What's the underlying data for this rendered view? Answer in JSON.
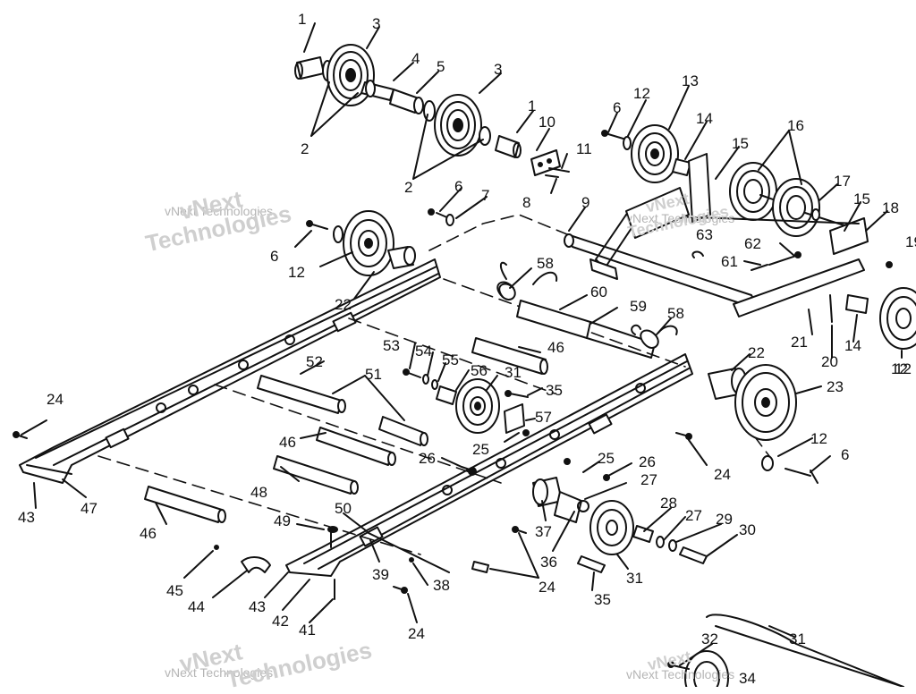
{
  "watermark": {
    "line1": "vNext",
    "line2": "Technologies",
    "full": "vNext Technologies"
  },
  "callouts": [
    {
      "id": "c1",
      "text": "1"
    },
    {
      "id": "c2",
      "text": "3"
    },
    {
      "id": "c3",
      "text": "4"
    },
    {
      "id": "c4",
      "text": "5"
    },
    {
      "id": "c5",
      "text": "3"
    },
    {
      "id": "c6",
      "text": "2"
    },
    {
      "id": "c7",
      "text": "2"
    },
    {
      "id": "c8",
      "text": "1"
    },
    {
      "id": "c9",
      "text": "10"
    },
    {
      "id": "c10",
      "text": "11"
    },
    {
      "id": "c11",
      "text": "8"
    },
    {
      "id": "c12",
      "text": "6"
    },
    {
      "id": "c13",
      "text": "12"
    },
    {
      "id": "c14",
      "text": "13"
    },
    {
      "id": "c15",
      "text": "14"
    },
    {
      "id": "c16",
      "text": "15"
    },
    {
      "id": "c17",
      "text": "16"
    },
    {
      "id": "c18",
      "text": "17"
    },
    {
      "id": "c19",
      "text": "15"
    },
    {
      "id": "c20",
      "text": "18"
    },
    {
      "id": "c21",
      "text": "6"
    },
    {
      "id": "c22",
      "text": "7"
    },
    {
      "id": "c23",
      "text": "6"
    },
    {
      "id": "c24",
      "text": "12"
    },
    {
      "id": "c25",
      "text": "9"
    },
    {
      "id": "c26",
      "text": "63"
    },
    {
      "id": "c27",
      "text": "62"
    },
    {
      "id": "c28",
      "text": "61"
    },
    {
      "id": "c29",
      "text": "22"
    },
    {
      "id": "c30",
      "text": "58"
    },
    {
      "id": "c31",
      "text": "60"
    },
    {
      "id": "c32",
      "text": "59"
    },
    {
      "id": "c33",
      "text": "58"
    },
    {
      "id": "c34",
      "text": "21"
    },
    {
      "id": "c35",
      "text": "20"
    },
    {
      "id": "c36",
      "text": "14"
    },
    {
      "id": "c37",
      "text": "12"
    },
    {
      "id": "c38",
      "text": "53"
    },
    {
      "id": "c39",
      "text": "54"
    },
    {
      "id": "c40",
      "text": "55"
    },
    {
      "id": "c41",
      "text": "56"
    },
    {
      "id": "c42",
      "text": "31"
    },
    {
      "id": "c43",
      "text": "35"
    },
    {
      "id": "c44",
      "text": "46"
    },
    {
      "id": "c45",
      "text": "22"
    },
    {
      "id": "c46",
      "text": "23"
    },
    {
      "id": "c47",
      "text": "52"
    },
    {
      "id": "c48",
      "text": "51"
    },
    {
      "id": "c49",
      "text": "57"
    },
    {
      "id": "c50",
      "text": "25"
    },
    {
      "id": "c51",
      "text": "24"
    },
    {
      "id": "c52",
      "text": "46"
    },
    {
      "id": "c53",
      "text": "26"
    },
    {
      "id": "c54",
      "text": "25"
    },
    {
      "id": "c55",
      "text": "26"
    },
    {
      "id": "c56",
      "text": "12"
    },
    {
      "id": "c57",
      "text": "6"
    },
    {
      "id": "c58",
      "text": "24"
    },
    {
      "id": "c59",
      "text": "48"
    },
    {
      "id": "c60",
      "text": "27"
    },
    {
      "id": "c61",
      "text": "43"
    },
    {
      "id": "c62",
      "text": "47"
    },
    {
      "id": "c63",
      "text": "46"
    },
    {
      "id": "c64",
      "text": "49"
    },
    {
      "id": "c65",
      "text": "50"
    },
    {
      "id": "c66",
      "text": "37"
    },
    {
      "id": "c67",
      "text": "28"
    },
    {
      "id": "c68",
      "text": "27"
    },
    {
      "id": "c69",
      "text": "29"
    },
    {
      "id": "c70",
      "text": "30"
    },
    {
      "id": "c71",
      "text": "36"
    },
    {
      "id": "c72",
      "text": "24"
    },
    {
      "id": "c73",
      "text": "31"
    },
    {
      "id": "c74",
      "text": "39"
    },
    {
      "id": "c75",
      "text": "38"
    },
    {
      "id": "c76",
      "text": "45"
    },
    {
      "id": "c77",
      "text": "44"
    },
    {
      "id": "c78",
      "text": "43"
    },
    {
      "id": "c79",
      "text": "42"
    },
    {
      "id": "c80",
      "text": "41"
    },
    {
      "id": "c81",
      "text": "24"
    },
    {
      "id": "c82",
      "text": "35"
    },
    {
      "id": "c83",
      "text": "31"
    },
    {
      "id": "c84",
      "text": "32"
    },
    {
      "id": "c85",
      "text": "34"
    },
    {
      "id": "c86",
      "text": "19"
    },
    {
      "id": "c87",
      "text": "12"
    }
  ]
}
